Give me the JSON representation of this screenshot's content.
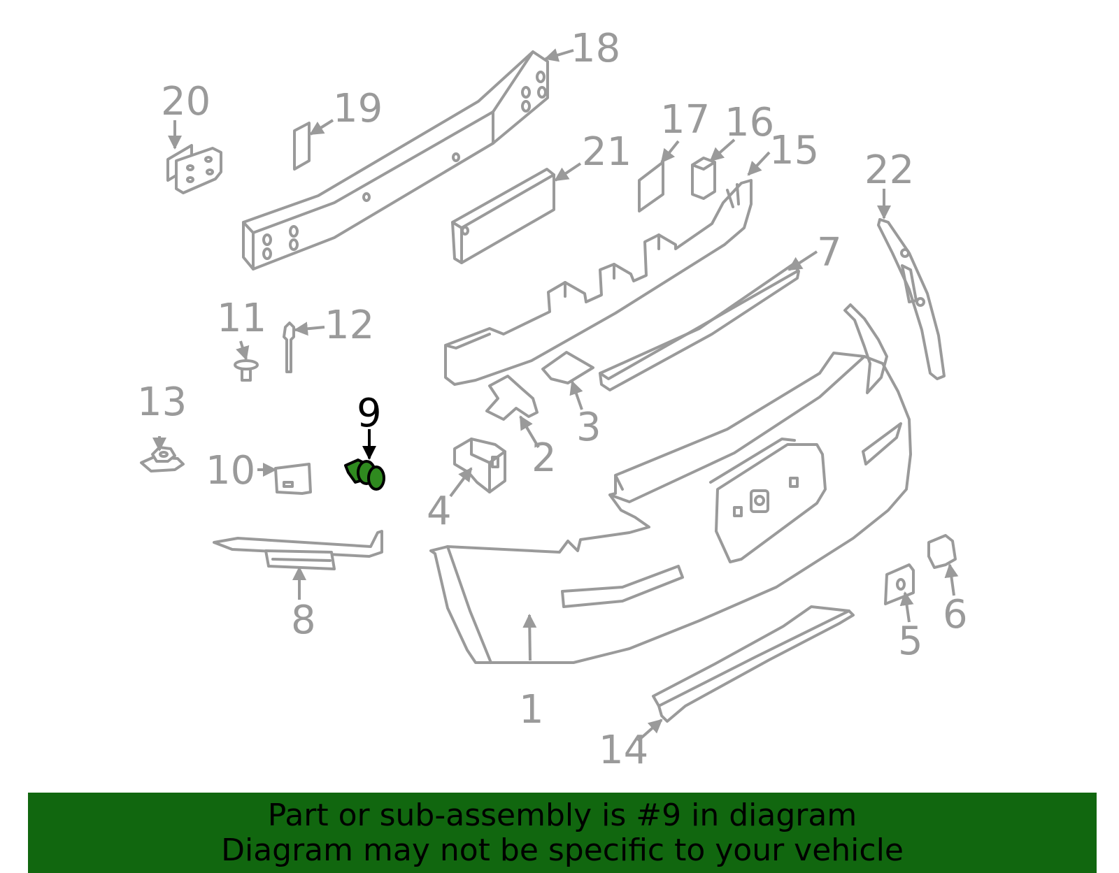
{
  "diagram": {
    "highlighted_part": "9",
    "highlight_color": "#2f8a1f",
    "line_color": "#9a9a9a",
    "callouts": {
      "c1": "1",
      "c2": "2",
      "c3": "3",
      "c4": "4",
      "c5": "5",
      "c6": "6",
      "c7": "7",
      "c8": "8",
      "c9": "9",
      "c10": "10",
      "c11": "11",
      "c12": "12",
      "c13": "13",
      "c14": "14",
      "c15": "15",
      "c16": "16",
      "c17": "17",
      "c18": "18",
      "c19": "19",
      "c20": "20",
      "c21": "21",
      "c22": "22"
    }
  },
  "banner": {
    "background": "#11670f",
    "line1": "Part or sub-assembly is #9 in diagram",
    "line2": "Diagram may not be specific to your vehicle"
  }
}
